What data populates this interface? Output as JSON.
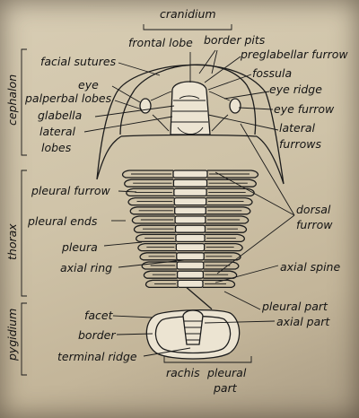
{
  "labels": {
    "cranidium": "cranidium",
    "cephalon": "cephalon",
    "thorax": "thorax",
    "pygidium": "pygidium",
    "frontal_lobe": "frontal lobe",
    "border_pits": "border pits",
    "preglabellar_furrow": "preglabellar furrow",
    "facial_sutures": "facial sutures",
    "fossula": "fossula",
    "eye": "eye",
    "eye_ridge": "eye ridge",
    "palperbal_lobes": "palperbal lobes",
    "eye_furrow": "eye furrow",
    "glabella": "glabella",
    "lateral_1": "lateral",
    "lateral_2": "lateral",
    "lobes": "lobes",
    "furrows": "furrows",
    "pleural_furrow": "pleural furrow",
    "dorsal": "dorsal",
    "furrow": "furrow",
    "pleural_ends": "pleural ends",
    "pleura": "pleura",
    "axial_ring": "axial ring",
    "axial_spine": "axial spine",
    "pleural_part_1": "pleural part",
    "facet": "facet",
    "axial_part": "axial part",
    "border": "border",
    "terminal_ridge": "terminal ridge",
    "rachis": "rachis",
    "pleural": "pleural",
    "part": "part"
  }
}
